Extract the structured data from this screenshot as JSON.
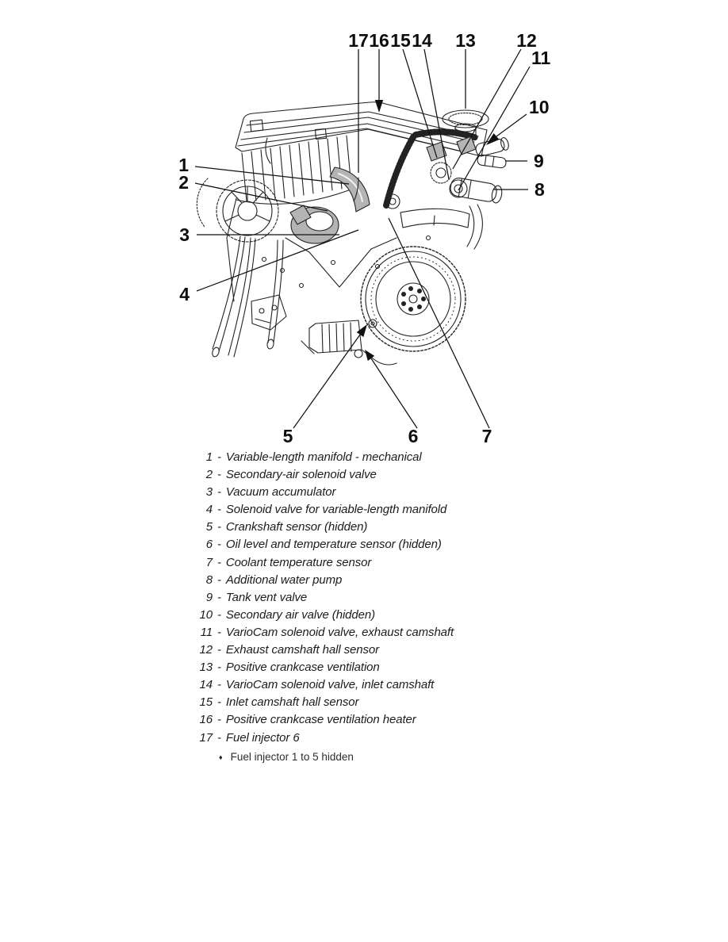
{
  "page": {
    "background": "#ffffff"
  },
  "colors": {
    "ink": "#222222",
    "leader": "#111111",
    "shade": "#b4b4b4"
  },
  "figure": {
    "type": "engine-parts-diagram",
    "callouts": [
      {
        "id": "1",
        "label": "1",
        "nx": 238,
        "ny": 208,
        "anchor": "end",
        "line": [
          [
            246,
            210
          ],
          [
            440,
            232
          ]
        ]
      },
      {
        "id": "2",
        "label": "2",
        "nx": 238,
        "ny": 230,
        "anchor": "end",
        "line": [
          [
            246,
            231
          ],
          [
            413,
            266
          ]
        ]
      },
      {
        "id": "3",
        "label": "3",
        "nx": 239,
        "ny": 296,
        "anchor": "end",
        "line": [
          [
            248,
            296
          ],
          [
            428,
            296
          ]
        ]
      },
      {
        "id": "4",
        "label": "4",
        "nx": 239,
        "ny": 371,
        "anchor": "end",
        "line": [
          [
            248,
            367
          ],
          [
            452,
            290
          ]
        ]
      },
      {
        "id": "5",
        "label": "5",
        "nx": 363,
        "ny": 550,
        "anchor": "middle",
        "line": [
          [
            370,
            540
          ],
          [
            454,
            422
          ]
        ],
        "arrow": [
          463,
          409
        ]
      },
      {
        "id": "6",
        "label": "6",
        "nx": 521,
        "ny": 550,
        "anchor": "middle",
        "line": [
          [
            526,
            540
          ],
          [
            468,
            452
          ]
        ],
        "arrow": [
          460,
          441
        ]
      },
      {
        "id": "7",
        "label": "7",
        "nx": 614,
        "ny": 550,
        "anchor": "middle",
        "line": [
          [
            617,
            540
          ],
          [
            490,
            275
          ]
        ]
      },
      {
        "id": "8",
        "label": "8",
        "nx": 674,
        "ny": 239,
        "anchor": "start",
        "line": [
          [
            666,
            239
          ],
          [
            622,
            239
          ]
        ]
      },
      {
        "id": "9",
        "label": "9",
        "nx": 673,
        "ny": 203,
        "anchor": "start",
        "line": [
          [
            665,
            203
          ],
          [
            637,
            203
          ]
        ]
      },
      {
        "id": "10",
        "label": "10",
        "nx": 667,
        "ny": 135,
        "anchor": "start",
        "line": [
          [
            664,
            144
          ],
          [
            626,
            172
          ]
        ],
        "arrow": [
          613,
          183
        ]
      },
      {
        "id": "11",
        "label": "11",
        "nx": 670,
        "ny": 73,
        "anchor": "start",
        "line": [
          [
            668,
            84
          ],
          [
            578,
            240
          ]
        ]
      },
      {
        "id": "12",
        "label": "12",
        "nx": 664,
        "ny": 51,
        "anchor": "middle",
        "line": [
          [
            657,
            62
          ],
          [
            571,
            213
          ]
        ]
      },
      {
        "id": "13",
        "label": "13",
        "nx": 587,
        "ny": 51,
        "anchor": "middle",
        "line": [
          [
            587,
            62
          ],
          [
            587,
            137
          ]
        ]
      },
      {
        "id": "14",
        "label": "14",
        "nx": 532,
        "ny": 51,
        "anchor": "middle",
        "line": [
          [
            535,
            62
          ],
          [
            566,
            226
          ]
        ]
      },
      {
        "id": "15",
        "label": "15",
        "nx": 505,
        "ny": 51,
        "anchor": "middle",
        "line": [
          [
            508,
            62
          ],
          [
            551,
            199
          ]
        ]
      },
      {
        "id": "16",
        "label": "16",
        "nx": 478,
        "ny": 51,
        "anchor": "middle",
        "line": [
          [
            478,
            62
          ],
          [
            478,
            126
          ]
        ],
        "arrow": [
          478,
          142
        ]
      },
      {
        "id": "17",
        "label": "17",
        "nx": 452,
        "ny": 51,
        "anchor": "middle",
        "line": [
          [
            452,
            62
          ],
          [
            452,
            218
          ]
        ]
      }
    ]
  },
  "legend": {
    "separator": "-",
    "items": [
      {
        "num": "1",
        "label": "Variable-length manifold - mechanical"
      },
      {
        "num": "2",
        "label": "Secondary-air solenoid valve"
      },
      {
        "num": "3",
        "label": "Vacuum accumulator"
      },
      {
        "num": "4",
        "label": "Solenoid valve for variable-length manifold"
      },
      {
        "num": "5",
        "label": "Crankshaft sensor (hidden)"
      },
      {
        "num": "6",
        "label": "Oil level and temperature sensor (hidden)"
      },
      {
        "num": "7",
        "label": "Coolant temperature sensor"
      },
      {
        "num": "8",
        "label": "Additional water pump"
      },
      {
        "num": "9",
        "label": "Tank vent valve"
      },
      {
        "num": "10",
        "label": "Secondary air valve (hidden)"
      },
      {
        "num": "11",
        "label": "VarioCam solenoid valve, exhaust camshaft"
      },
      {
        "num": "12",
        "label": "Exhaust camshaft hall sensor"
      },
      {
        "num": "13",
        "label": "Positive crankcase ventilation"
      },
      {
        "num": "14",
        "label": "VarioCam solenoid valve, inlet camshaft"
      },
      {
        "num": "15",
        "label": "Inlet camshaft hall sensor"
      },
      {
        "num": "16",
        "label": "Positive crankcase ventilation heater"
      },
      {
        "num": "17",
        "label": "Fuel injector 6"
      }
    ],
    "note": {
      "bullet": "♦",
      "text": "Fuel injector 1 to 5 hidden"
    }
  }
}
